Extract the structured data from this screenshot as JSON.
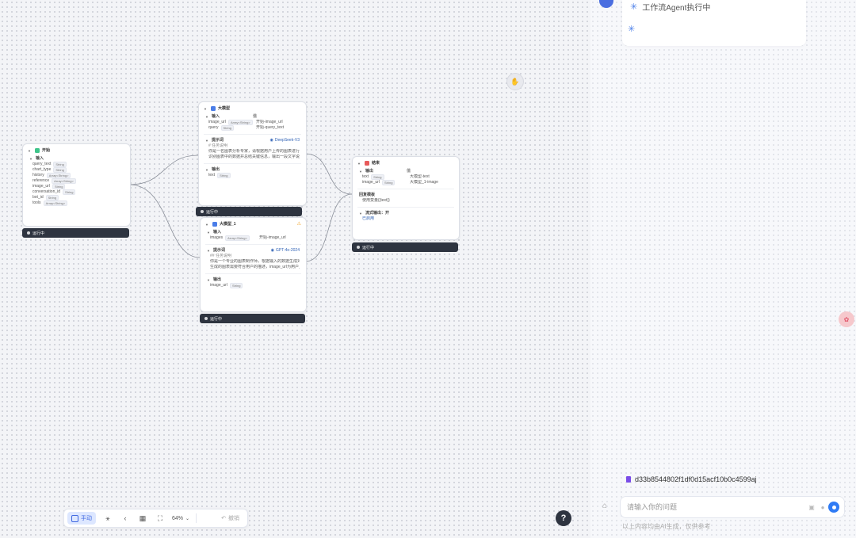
{
  "chat": {
    "status_text": "工作流Agent执行中",
    "doc_id": "d33b8544802f1df0d15acf10b0c4599aj",
    "input_placeholder": "请输入你的问题",
    "disclaimer": "以上内容均由AI生成，仅供参考"
  },
  "toolbar": {
    "mode_label": "手动",
    "zoom_label": "64%",
    "undo_label": "撤销"
  },
  "help_label": "?",
  "nodes": {
    "start": {
      "title": "开始",
      "input_label": "输入",
      "rows": [
        {
          "name": "query_text",
          "type": "String"
        },
        {
          "name": "chart_type",
          "type": "String"
        },
        {
          "name": "history",
          "type": "Array<String>"
        },
        {
          "name": "reference",
          "type": "Array<String>"
        },
        {
          "name": "image_url",
          "type": "String"
        },
        {
          "name": "conversation_id",
          "type": "String"
        },
        {
          "name": "bot_id",
          "type": "String"
        },
        {
          "name": "tools",
          "type": "Array<String>"
        }
      ],
      "status": "运行中"
    },
    "llm1": {
      "title": "大模型",
      "input_label": "输入",
      "col_value": "值",
      "rows": [
        {
          "name": "image_url",
          "type": "Array<String>",
          "value": "开始-image_url"
        },
        {
          "name": "query",
          "type": "String",
          "value": "开始-query_text"
        }
      ],
      "prompt_label": "提示词",
      "model_label": "DeepSeek-V3",
      "prompt_lines": [
        "# 任务说明",
        "你是一名图表分析专家，请根据用户上传的图表进行分析，",
        "识别图表中的数据并总结关键信息，输出一段文字说明，用户会..."
      ],
      "output_label": "输出",
      "output_rows": [
        {
          "name": "text",
          "type": "String"
        }
      ],
      "status": "运行中"
    },
    "llm2": {
      "title": "大模型_1",
      "input_label": "输入",
      "rows": [
        {
          "name": "images",
          "type": "Array<String>",
          "value": "开始-image_url"
        }
      ],
      "prompt_label": "提示词",
      "model_label": "GPT-4o-2024",
      "prompt_lines": [
        "## 任务说明",
        "你是一个专业的图表制作师，根据输入的数据生成对应的图表，",
        "生成的图表需要符合用户的描述，image_url为用户上传的图片..."
      ],
      "output_label": "输出",
      "output_rows": [
        {
          "name": "image_url",
          "type": "String"
        }
      ],
      "status": "运行中"
    },
    "end": {
      "title": "结束",
      "output_label": "输出",
      "col_value": "值",
      "rows": [
        {
          "name": "text",
          "type": "String",
          "value": "大模型-text"
        },
        {
          "name": "image_url",
          "type": "String",
          "value": "大模型_1-image"
        }
      ],
      "answer_label": "回复模板",
      "answer_text": "使用变量{{text}}",
      "stream_label": "流式输出：开",
      "stream_value": "已启用",
      "status": "运行中"
    }
  }
}
